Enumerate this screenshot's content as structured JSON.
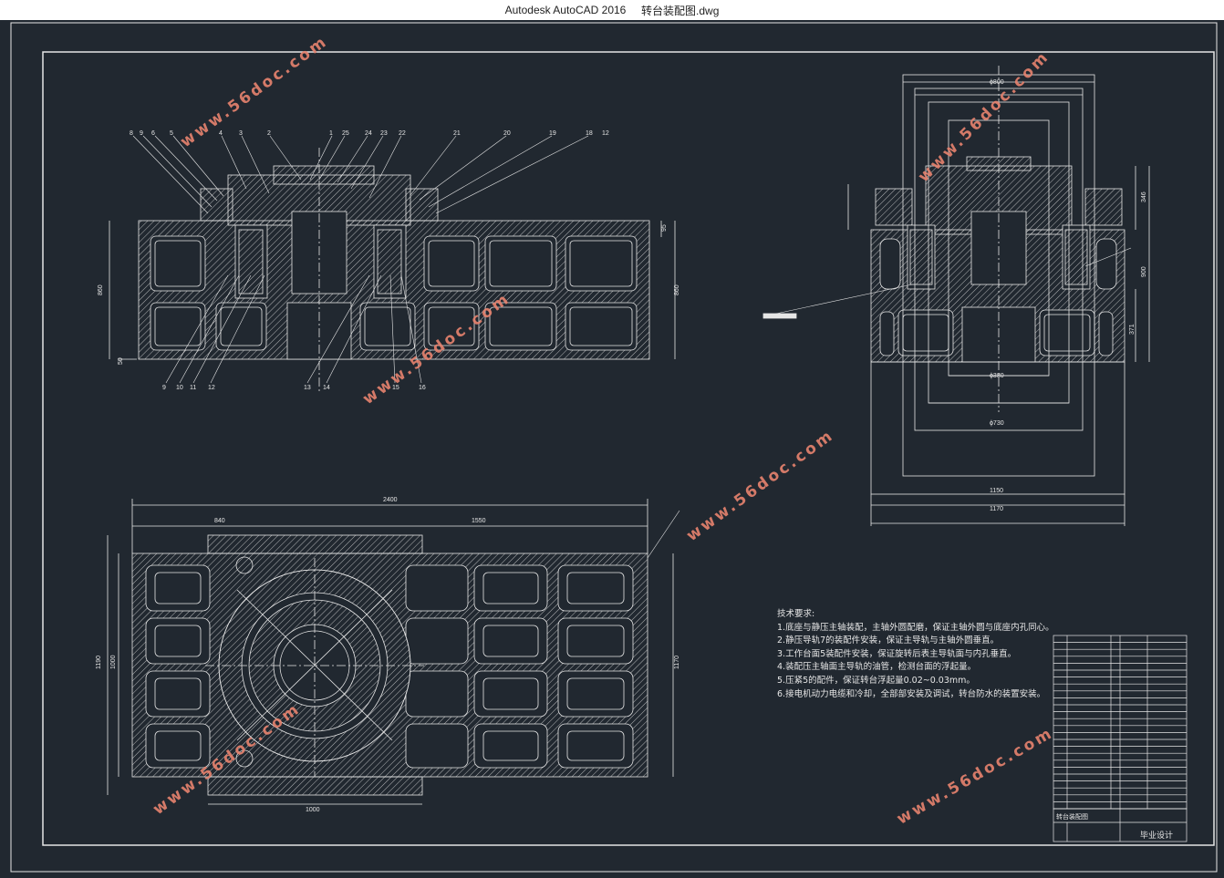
{
  "window": {
    "app_title": "Autodesk AutoCAD 2016",
    "file_name": "转台装配图.dwg"
  },
  "watermark_text": "www.56doc.com",
  "tech_requirements": {
    "heading": "技术要求:",
    "items": [
      "1.底座与静压主轴装配，主轴外圆配磨，保证主轴外圆与底座内孔同心。",
      "2.静压导轨7的装配件安装，保证主导轨与主轴外圆垂直。",
      "3.工作台面5装配件安装，保证旋转后表主导轨面与内孔垂直。",
      "4.装配压主轴面主导轨的油管，检测台面的浮起量。",
      "5.压紧5的配件，保证转台浮起量0.02~0.03mm。",
      "6.接电机动力电缆和冷却，全部部安装及调试，转台防水的装置安装。"
    ]
  },
  "dimensions": {
    "plan_total": "2400",
    "plan_left": "840",
    "plan_right": "1550",
    "plan_bottom": "1000",
    "plan_h1": "1190",
    "plan_h2": "1000",
    "plan_h3": "1170",
    "front_h_left": "860",
    "front_h_right": "860",
    "front_base": "50",
    "front_top": "95",
    "side_d1": "ϕ800",
    "side_d2": "ϕ380",
    "side_d3": "ϕ730",
    "side_w1": "1150",
    "side_w2": "1170",
    "side_h1": "900",
    "side_h2": "371",
    "side_h3": "346"
  },
  "balloons_top": [
    "8",
    "9",
    "6",
    "5",
    "4",
    "3",
    "2",
    "1",
    "25",
    "24",
    "23",
    "22",
    "21",
    "20",
    "19",
    "18",
    "12"
  ],
  "balloons_bottom": [
    "9",
    "10",
    "11",
    "12",
    "13",
    "14",
    "15",
    "16"
  ],
  "title_block": {
    "designation": "毕业设计",
    "drawing_name": "转台装配图"
  },
  "colors": {
    "background": "#212830",
    "line": "#e6e6e6",
    "watermark": "#e8836f"
  }
}
